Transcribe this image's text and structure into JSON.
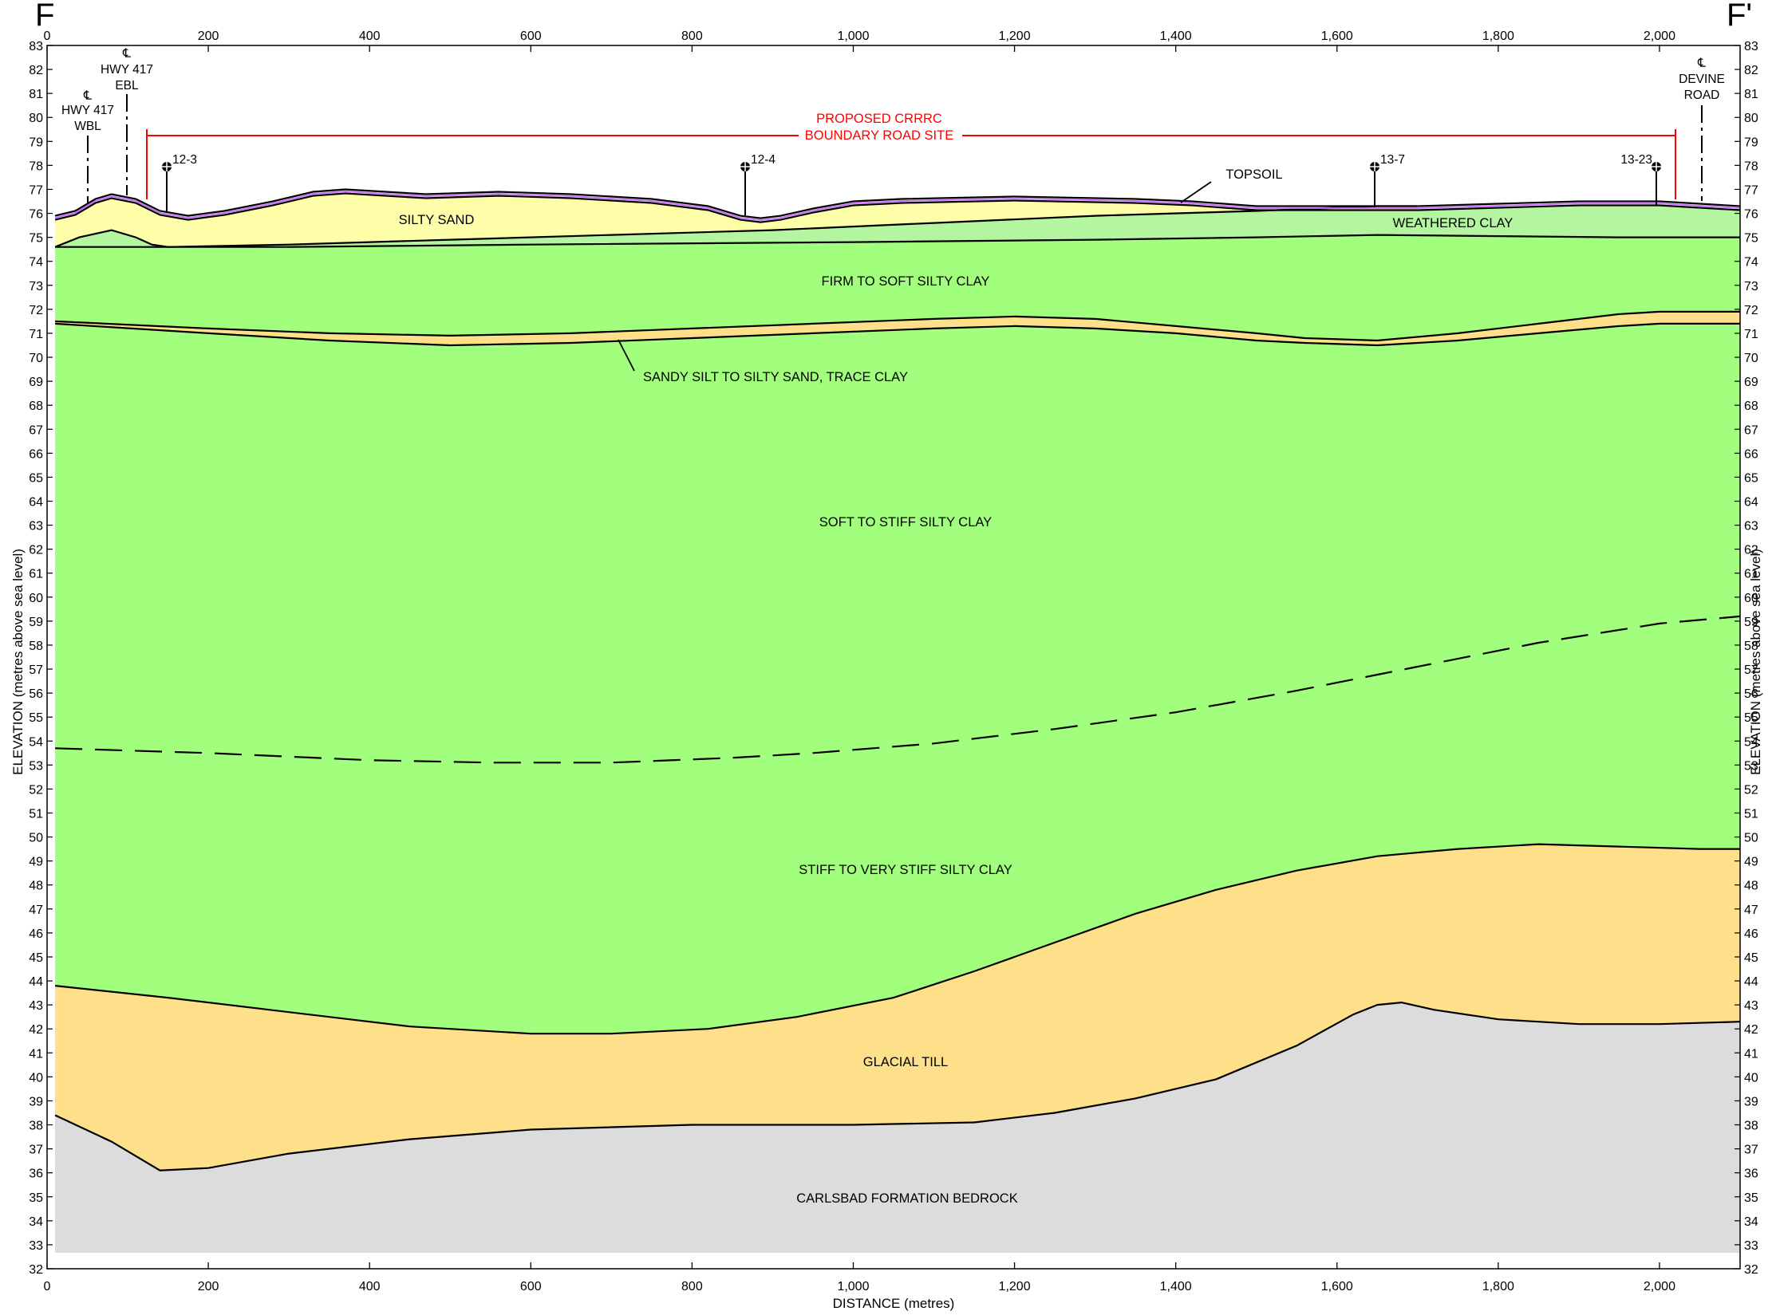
{
  "section": {
    "start_label": "F",
    "end_label": "F'"
  },
  "axes": {
    "xlabel": "DISTANCE (metres)",
    "ylabel": "ELEVATION (metres above sea level)",
    "x_ticks": [
      "0",
      "200",
      "400",
      "600",
      "800",
      "1,000",
      "1,200",
      "1,400",
      "1,600",
      "1,800",
      "2,000"
    ],
    "x_tick_values": [
      0,
      200,
      400,
      600,
      800,
      1000,
      1200,
      1400,
      1600,
      1800,
      2000
    ],
    "xlim": [
      0,
      2100
    ],
    "ylim": [
      32,
      83
    ],
    "y_ticks": [
      32,
      33,
      34,
      35,
      36,
      37,
      38,
      39,
      40,
      41,
      42,
      43,
      44,
      45,
      46,
      47,
      48,
      49,
      50,
      51,
      52,
      53,
      54,
      55,
      56,
      57,
      58,
      59,
      60,
      61,
      62,
      63,
      64,
      65,
      66,
      67,
      68,
      69,
      70,
      71,
      72,
      73,
      74,
      75,
      76,
      77,
      78,
      79,
      80,
      81,
      82,
      83
    ]
  },
  "colors": {
    "silty_sand": "#ffffaa",
    "weathered_clay": "#b4f5a0",
    "green_clay": "#a2ff7e",
    "glacial_till": "#ffe08a",
    "bedrock": "#dcdcdc",
    "topsoil": "#cc66ff",
    "red_annotation": "#ff0000"
  },
  "chart_data": {
    "type": "geologic cross-section",
    "x_range": [
      0,
      2100
    ],
    "y_range": [
      32,
      83
    ],
    "profiles": {
      "ground_surface": [
        [
          10,
          75.9
        ],
        [
          35,
          76.1
        ],
        [
          60,
          76.6
        ],
        [
          80,
          76.8
        ],
        [
          110,
          76.6
        ],
        [
          140,
          76.1
        ],
        [
          175,
          75.9
        ],
        [
          220,
          76.1
        ],
        [
          280,
          76.5
        ],
        [
          330,
          76.9
        ],
        [
          370,
          77.0
        ],
        [
          420,
          76.9
        ],
        [
          470,
          76.8
        ],
        [
          560,
          76.9
        ],
        [
          650,
          76.8
        ],
        [
          750,
          76.6
        ],
        [
          820,
          76.3
        ],
        [
          860,
          75.9
        ],
        [
          885,
          75.8
        ],
        [
          910,
          75.9
        ],
        [
          950,
          76.2
        ],
        [
          1000,
          76.5
        ],
        [
          1060,
          76.6
        ],
        [
          1200,
          76.7
        ],
        [
          1350,
          76.6
        ],
        [
          1420,
          76.5
        ],
        [
          1500,
          76.3
        ],
        [
          1600,
          76.3
        ],
        [
          1700,
          76.3
        ],
        [
          1800,
          76.4
        ],
        [
          1900,
          76.5
        ],
        [
          2000,
          76.5
        ],
        [
          2050,
          76.4
        ],
        [
          2100,
          76.3
        ]
      ],
      "silty_sand_base": [
        [
          10,
          74.6
        ],
        [
          40,
          75.0
        ],
        [
          80,
          75.3
        ],
        [
          110,
          75.0
        ],
        [
          130,
          74.7
        ],
        [
          150,
          74.6
        ],
        [
          300,
          74.7
        ],
        [
          500,
          74.9
        ],
        [
          700,
          75.1
        ],
        [
          900,
          75.3
        ],
        [
          1100,
          75.6
        ],
        [
          1300,
          75.9
        ],
        [
          1500,
          76.1
        ],
        [
          1650,
          76.3
        ],
        [
          1700,
          76.3
        ]
      ],
      "weathered_clay_base": [
        [
          10,
          74.6
        ],
        [
          130,
          74.6
        ],
        [
          300,
          74.6
        ],
        [
          600,
          74.7
        ],
        [
          1000,
          74.8
        ],
        [
          1300,
          74.9
        ],
        [
          1500,
          75.0
        ],
        [
          1650,
          75.1
        ],
        [
          1800,
          75.05
        ],
        [
          1950,
          75.0
        ],
        [
          2100,
          75.0
        ]
      ],
      "sandy_silt_top": [
        [
          10,
          71.5
        ],
        [
          200,
          71.2
        ],
        [
          350,
          71.0
        ],
        [
          500,
          70.9
        ],
        [
          650,
          71.0
        ],
        [
          800,
          71.2
        ],
        [
          950,
          71.4
        ],
        [
          1100,
          71.6
        ],
        [
          1200,
          71.7
        ],
        [
          1300,
          71.6
        ],
        [
          1400,
          71.3
        ],
        [
          1500,
          71.0
        ],
        [
          1560,
          70.8
        ],
        [
          1650,
          70.7
        ],
        [
          1750,
          71.0
        ],
        [
          1850,
          71.4
        ],
        [
          1950,
          71.8
        ],
        [
          2000,
          71.9
        ],
        [
          2100,
          71.9
        ]
      ],
      "sandy_silt_base": [
        [
          10,
          71.4
        ],
        [
          200,
          71.0
        ],
        [
          350,
          70.7
        ],
        [
          500,
          70.5
        ],
        [
          650,
          70.6
        ],
        [
          800,
          70.8
        ],
        [
          950,
          71.0
        ],
        [
          1100,
          71.2
        ],
        [
          1200,
          71.3
        ],
        [
          1300,
          71.2
        ],
        [
          1400,
          71.0
        ],
        [
          1500,
          70.7
        ],
        [
          1560,
          70.6
        ],
        [
          1650,
          70.5
        ],
        [
          1750,
          70.7
        ],
        [
          1850,
          71.0
        ],
        [
          1950,
          71.3
        ],
        [
          2000,
          71.4
        ],
        [
          2100,
          71.4
        ]
      ],
      "clay_division_dashed": [
        [
          10,
          53.7
        ],
        [
          200,
          53.5
        ],
        [
          400,
          53.2
        ],
        [
          550,
          53.1
        ],
        [
          700,
          53.1
        ],
        [
          850,
          53.3
        ],
        [
          950,
          53.5
        ],
        [
          1100,
          53.9
        ],
        [
          1250,
          54.5
        ],
        [
          1400,
          55.2
        ],
        [
          1550,
          56.1
        ],
        [
          1700,
          57.1
        ],
        [
          1850,
          58.1
        ],
        [
          2000,
          58.9
        ],
        [
          2100,
          59.2
        ]
      ],
      "till_top": [
        [
          10,
          43.8
        ],
        [
          150,
          43.3
        ],
        [
          300,
          42.7
        ],
        [
          450,
          42.1
        ],
        [
          600,
          41.8
        ],
        [
          700,
          41.8
        ],
        [
          820,
          42.0
        ],
        [
          930,
          42.5
        ],
        [
          1050,
          43.3
        ],
        [
          1150,
          44.4
        ],
        [
          1250,
          45.6
        ],
        [
          1350,
          46.8
        ],
        [
          1450,
          47.8
        ],
        [
          1550,
          48.6
        ],
        [
          1650,
          49.2
        ],
        [
          1750,
          49.5
        ],
        [
          1850,
          49.7
        ],
        [
          1950,
          49.6
        ],
        [
          2050,
          49.5
        ],
        [
          2100,
          49.5
        ]
      ],
      "bedrock_top": [
        [
          10,
          38.4
        ],
        [
          80,
          37.3
        ],
        [
          140,
          36.1
        ],
        [
          200,
          36.2
        ],
        [
          300,
          36.8
        ],
        [
          450,
          37.4
        ],
        [
          600,
          37.8
        ],
        [
          800,
          38.0
        ],
        [
          1000,
          38.0
        ],
        [
          1150,
          38.1
        ],
        [
          1250,
          38.5
        ],
        [
          1350,
          39.1
        ],
        [
          1450,
          39.9
        ],
        [
          1550,
          41.3
        ],
        [
          1620,
          42.6
        ],
        [
          1650,
          43.0
        ],
        [
          1680,
          43.1
        ],
        [
          1720,
          42.8
        ],
        [
          1800,
          42.4
        ],
        [
          1900,
          42.2
        ],
        [
          2000,
          42.2
        ],
        [
          2100,
          42.3
        ]
      ]
    },
    "layers": [
      "TOPSOIL",
      "SILTY SAND",
      "WEATHERED CLAY",
      "FIRM TO SOFT SILTY CLAY",
      "SANDY SILT TO SILTY SAND, TRACE CLAY",
      "SOFT TO STIFF SILTY CLAY",
      "STIFF TO VERY STIFF SILTY CLAY",
      "GLACIAL TILL",
      "CARLSBAD FORMATION BEDROCK"
    ],
    "boreholes": [
      {
        "id": "12-3",
        "x": 150
      },
      {
        "id": "12-4",
        "x": 870
      },
      {
        "id": "13-7",
        "x": 1650
      },
      {
        "id": "13-23",
        "x": 2000
      }
    ],
    "road_centrelines": [
      {
        "symbol": "℄",
        "lines": [
          "HWY 417",
          "WBL"
        ],
        "x": 50
      },
      {
        "symbol": "℄",
        "lines": [
          "HWY 417",
          "EBL"
        ],
        "x": 100
      },
      {
        "symbol": "℄",
        "lines": [
          "DEVINE",
          "ROAD"
        ],
        "x": 2060
      }
    ],
    "site_extent": {
      "x_start": 125,
      "x_end": 2030,
      "elevation": 79.8
    }
  },
  "labels": {
    "silty_sand": "SILTY SAND",
    "weathered_clay": "WEATHERED CLAY",
    "topsoil": "TOPSOIL",
    "firm_to_soft": "FIRM TO SOFT SILTY CLAY",
    "sandy_silt": "SANDY SILT TO SILTY SAND, TRACE CLAY",
    "soft_to_stiff": "SOFT TO STIFF SILTY CLAY",
    "stiff_to_very_stiff": "STIFF TO VERY STIFF SILTY CLAY",
    "glacial_till": "GLACIAL TILL",
    "bedrock": "CARLSBAD FORMATION BEDROCK",
    "site_line1": "PROPOSED CRRRC",
    "site_line2": "BOUNDARY ROAD SITE"
  }
}
